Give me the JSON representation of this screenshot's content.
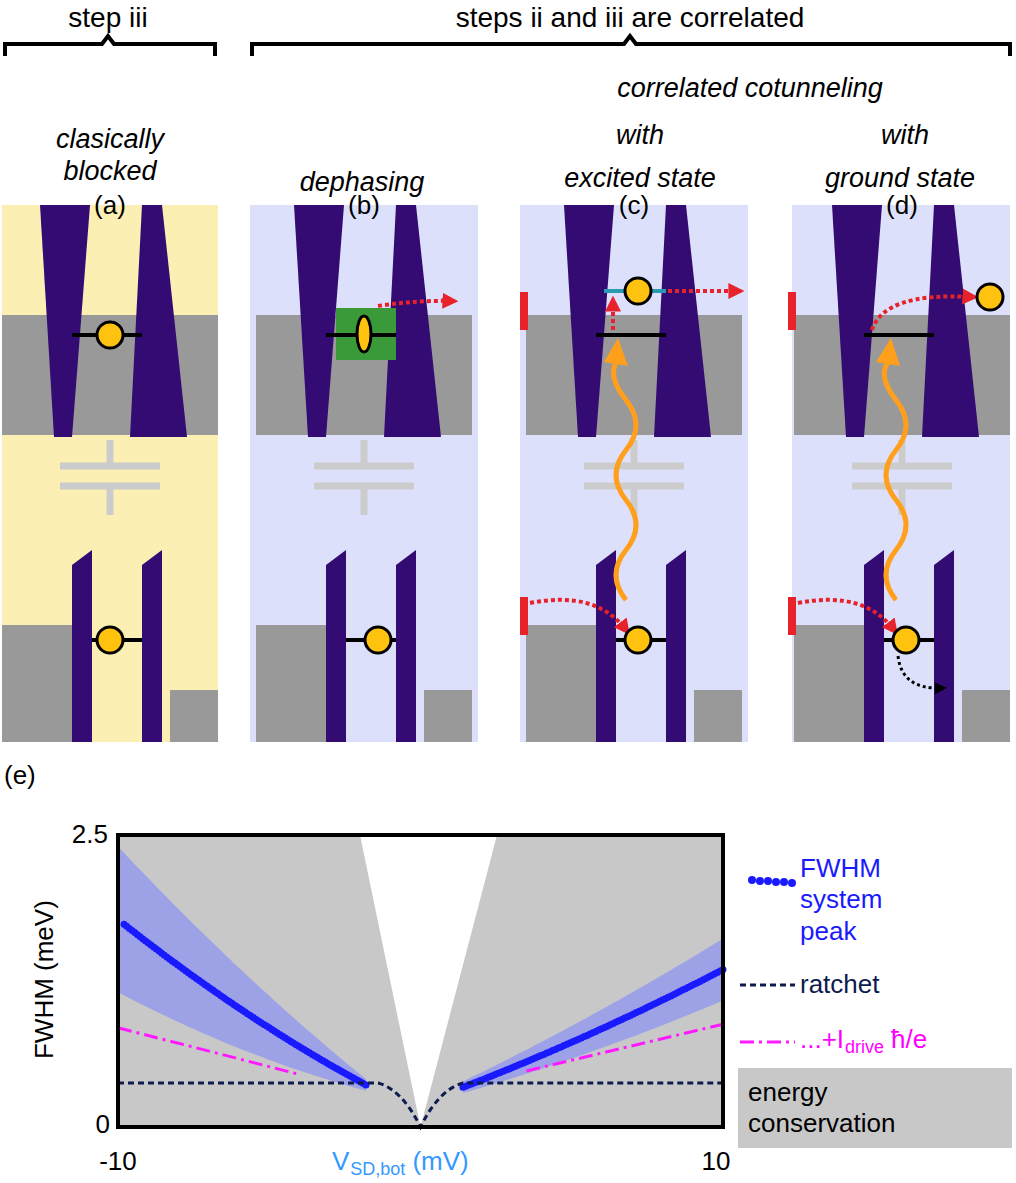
{
  "diagram": {
    "labels": [
      "step iii",
      "steps ii and iii are correlated",
      "correlated cotunneling",
      "clasically blocked",
      "with",
      "excited state",
      "with",
      "ground state",
      "dephasing",
      "(a)",
      "(b)",
      "(c)",
      "(d)",
      "(e)",
      "2.5",
      "0",
      "-10",
      "10",
      "FWHM (meV)",
      "V",
      "SD,bot",
      "(mV)",
      "drive",
      "ħ/e"
    ],
    "legend": [
      {
        "text": "FWHM system peak"
      },
      {
        "text": "ratchet"
      },
      {
        "text": "...+I"
      },
      {
        "text": "energy conservation",
        "color": "#c8c8c8"
      }
    ]
  }
}
